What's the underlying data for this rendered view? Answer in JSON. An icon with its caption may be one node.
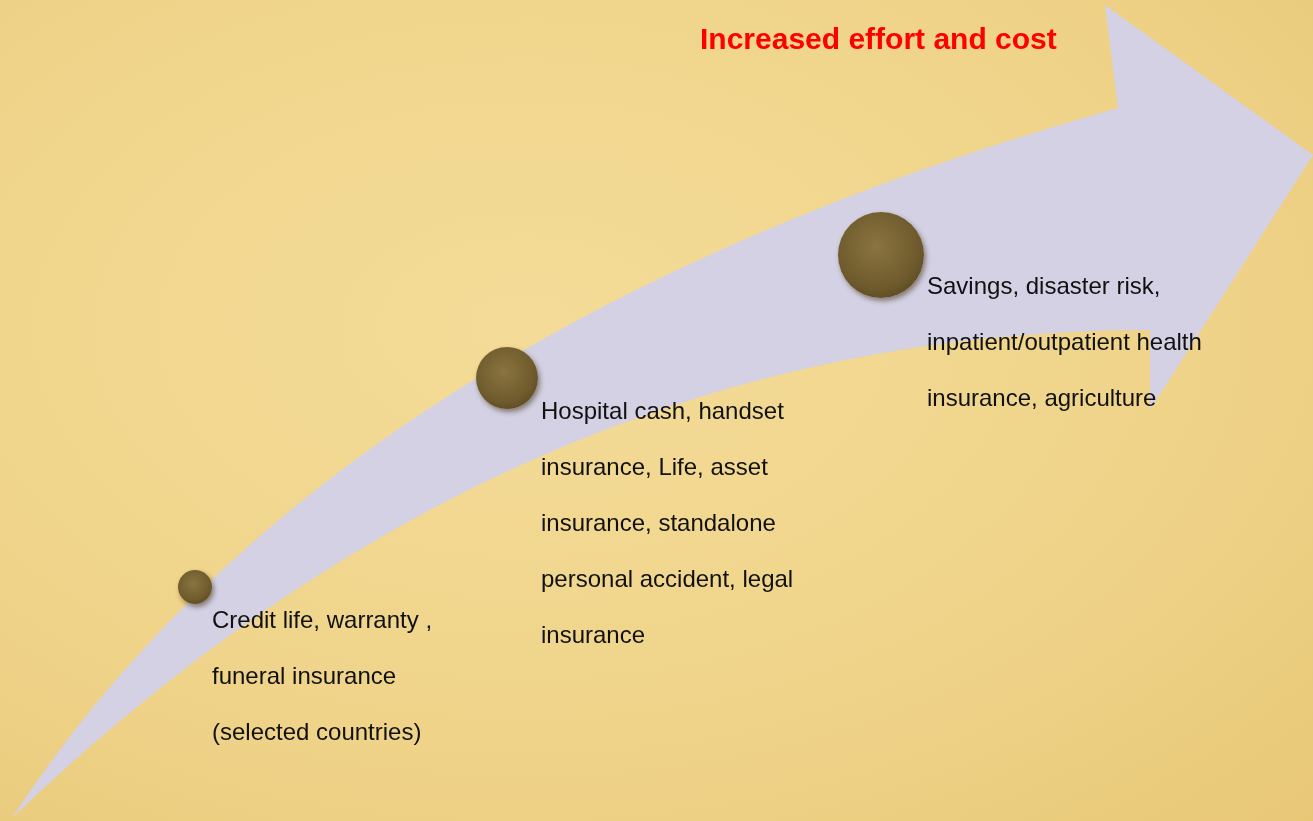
{
  "diagram": {
    "title": "Increased effort and cost",
    "nodes": [
      {
        "text": [],
        "shape": "circle",
        "beside": [
          "Credit life, warranty , funeral insurance (selected countries)"
        ]
      },
      {
        "text": [],
        "shape": "circle",
        "beside": [
          "Hospital cash, handset insurance, Life, asset insurance, standalone personal accident, legal insurance"
        ]
      },
      {
        "text": [],
        "shape": "circle",
        "beside": [
          "Savings, disaster risk, inpatient/outpatient health insurance, agriculture"
        ]
      }
    ],
    "edges": []
  }
}
